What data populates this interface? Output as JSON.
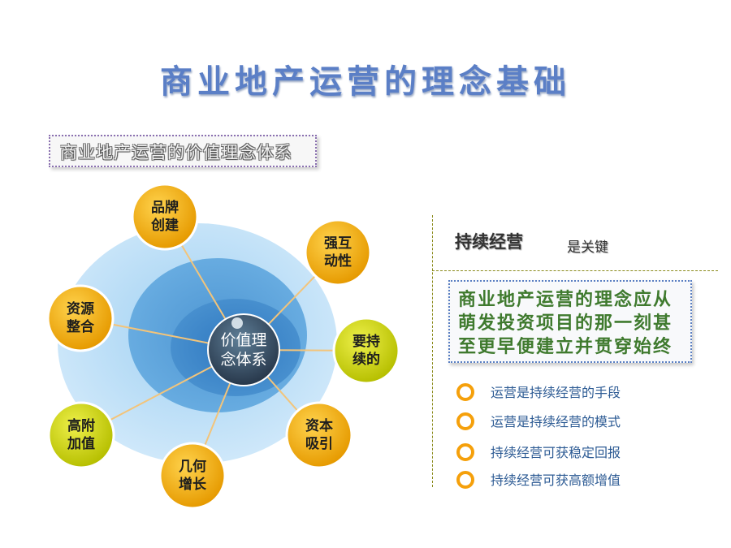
{
  "title": "商业地产运营的理念基础",
  "subtitle": "商业地产运营的价值理念体系",
  "center": "价值理\n念体系",
  "nodes": [
    {
      "label": "品牌\n创建",
      "color": "#f0b400"
    },
    {
      "label": "强互\n动性",
      "color": "#f0b400"
    },
    {
      "label": "要持\n续的",
      "color": "#c9d200"
    },
    {
      "label": "资本\n吸引",
      "color": "#f0b400"
    },
    {
      "label": "几何\n增长",
      "color": "#f0b400"
    },
    {
      "label": "高附\n加值",
      "color": "#c9d200"
    },
    {
      "label": "资源\n整合",
      "color": "#f0b400"
    }
  ],
  "key": {
    "title": "持续经营",
    "suffix": "是关键"
  },
  "quote": "商业地产运营的理念应从萌发投资项目的那一刻甚至更早便建立并贯穿始终",
  "bullets": [
    "运营是持续经营的手段",
    "运营是持续经营的模式",
    "持续经营可获稳定回报",
    "持续经营可获高额增值"
  ],
  "colors": {
    "accent": "#f5a00b",
    "title": "#5b7fc6",
    "quote": "#3f7a2e",
    "bullet_text": "#2d5b94"
  }
}
